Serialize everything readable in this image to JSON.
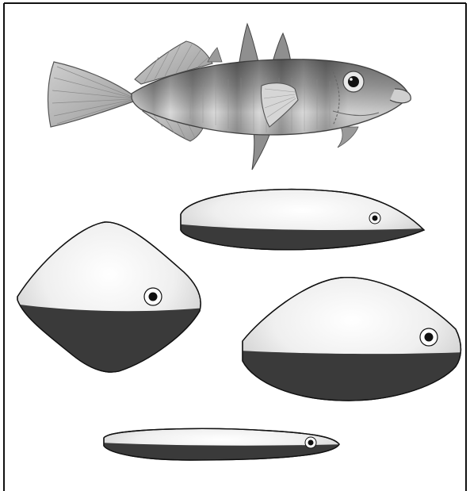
{
  "figure": {
    "subjects": [
      {
        "name": "stickleback-fish",
        "icon": "fish-icon"
      },
      {
        "name": "body-shape-elongated-top",
        "icon": "body-shape-icon"
      },
      {
        "name": "body-shape-deep-left",
        "icon": "body-shape-icon"
      },
      {
        "name": "body-shape-deep-right",
        "icon": "body-shape-icon"
      },
      {
        "name": "body-shape-slender-bottom",
        "icon": "body-shape-icon"
      }
    ],
    "colors": {
      "outline": "#111111",
      "belly": "#3a3a3a",
      "back_light": "#f2f2f2",
      "back_mid": "#c8c8c8",
      "fish_dark": "#7a7a7a",
      "fish_light": "#e6e6e6",
      "eye": "#111111",
      "background": "#ffffff"
    }
  }
}
